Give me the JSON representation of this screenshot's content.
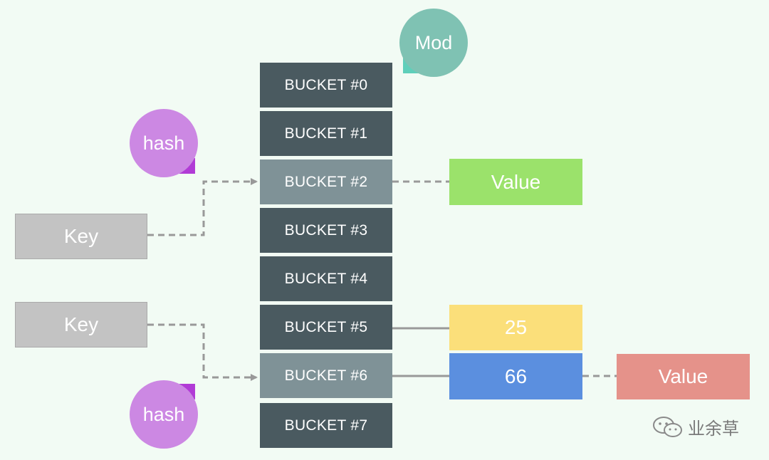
{
  "buckets": [
    {
      "label": "BUCKET #0"
    },
    {
      "label": "BUCKET #1"
    },
    {
      "label": "BUCKET #2"
    },
    {
      "label": "BUCKET #3"
    },
    {
      "label": "BUCKET #4"
    },
    {
      "label": "BUCKET #5"
    },
    {
      "label": "BUCKET #6"
    },
    {
      "label": "BUCKET #7"
    }
  ],
  "mod": {
    "label": "Mod",
    "color": "#7fc2b3"
  },
  "hash_top": {
    "label": "hash",
    "color": "#cc88e3"
  },
  "hash_bottom": {
    "label": "hash",
    "color": "#cc88e3"
  },
  "key_top": {
    "label": "Key"
  },
  "key_bottom": {
    "label": "Key"
  },
  "value_bucket2": {
    "label": "Value",
    "color": "#9be26b"
  },
  "entry_bucket5": {
    "label": "25",
    "color": "#fbdf7a"
  },
  "entry_bucket6": {
    "label": "66",
    "color": "#5b8fdf"
  },
  "value_chain": {
    "label": "Value",
    "color": "#e5928a"
  },
  "watermark": {
    "text": "业余草",
    "icon": "wechat-icon"
  }
}
